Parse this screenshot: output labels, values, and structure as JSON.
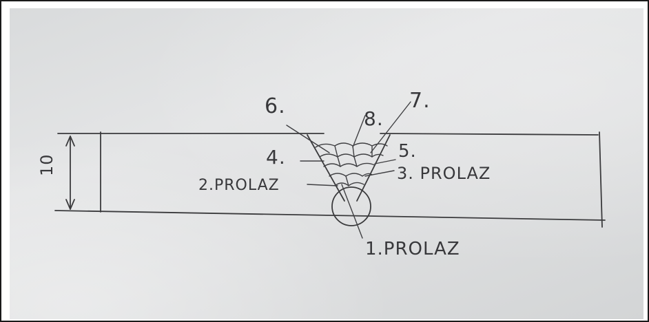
{
  "drawing": {
    "dimension": "10",
    "labels": {
      "pass1": "1.PROLAZ",
      "pass2": "2.PROLAZ",
      "pass3": "3. PROLAZ",
      "pass4": "4.",
      "pass5": "5.",
      "pass6": "6.",
      "pass7": "7.",
      "pass8": "8."
    }
  }
}
